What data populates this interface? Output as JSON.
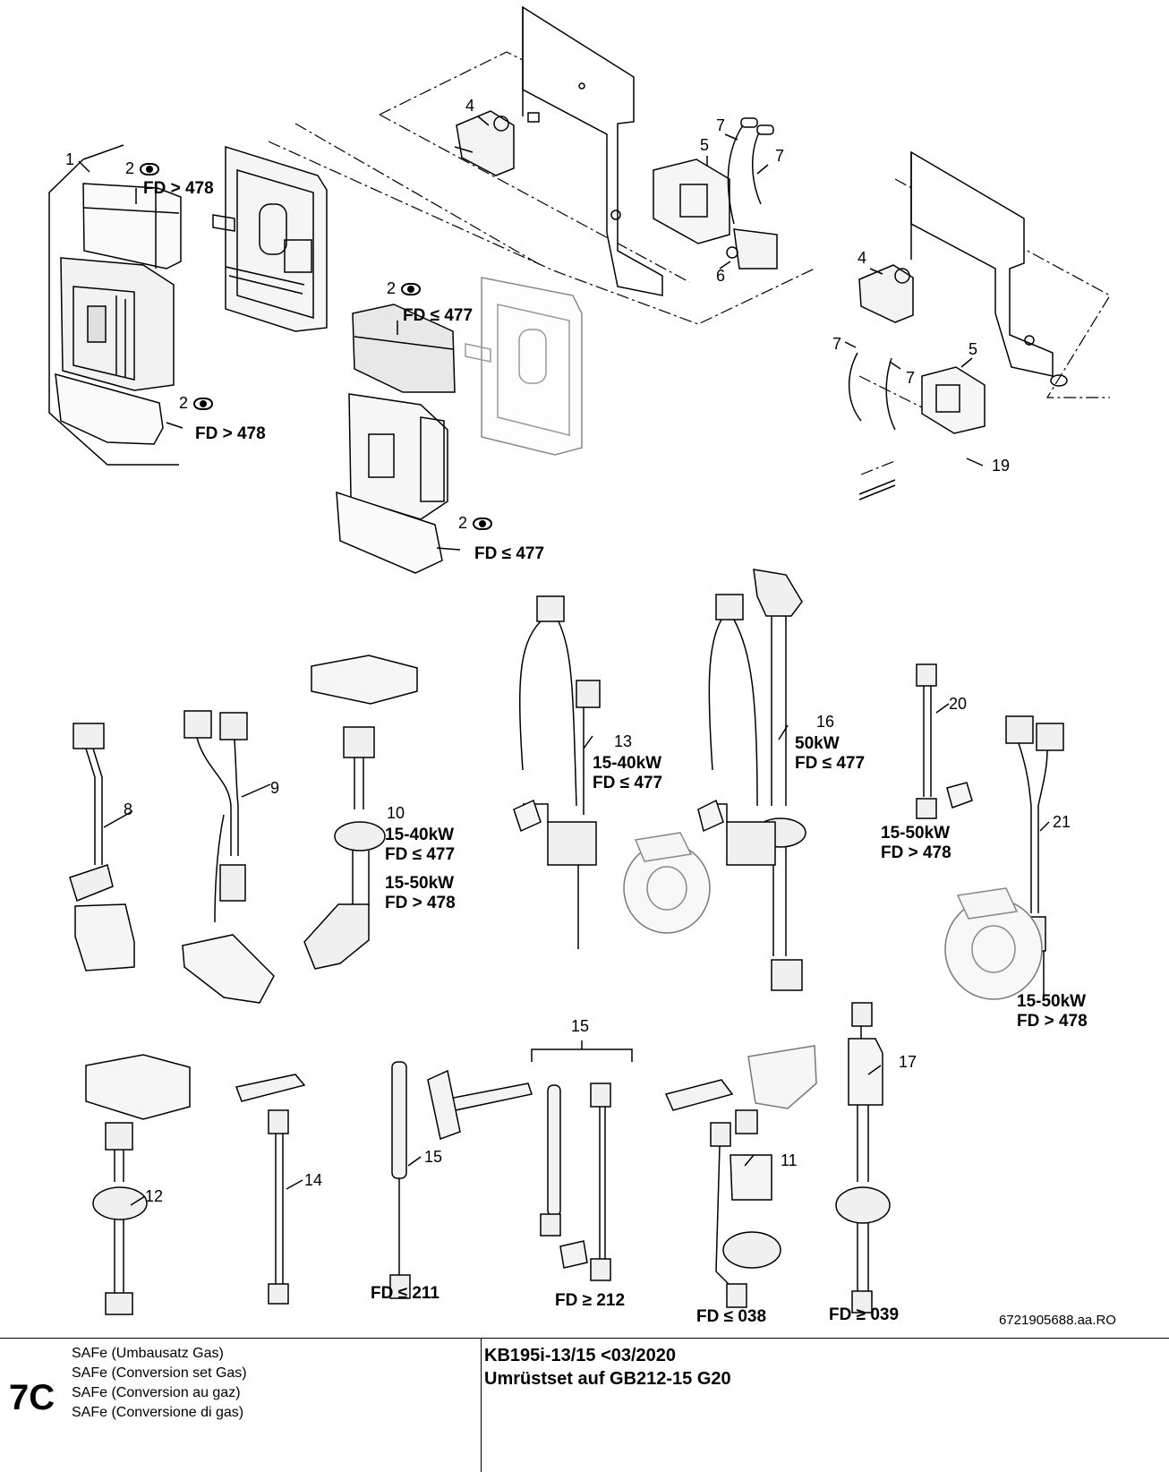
{
  "callouts": {
    "c1": "1",
    "c2a": "2",
    "c2b": "2",
    "c2c": "2",
    "c2d": "2",
    "c4a": "4",
    "c4b": "4",
    "c5a": "5",
    "c5b": "5",
    "c6": "6",
    "c7a": "7",
    "c7b": "7",
    "c7c": "7",
    "c7d": "7",
    "c8": "8",
    "c9": "9",
    "c10": "10",
    "c11": "11",
    "c12": "12",
    "c13": "13",
    "c14": "14",
    "c15a": "15",
    "c15b": "15",
    "c16": "16",
    "c17": "17",
    "c19": "19",
    "c20": "20",
    "c21": "21"
  },
  "fd_labels": {
    "fd_gt478_top": "FD > 478",
    "fd_gt478_mid": "FD > 478",
    "fd_le477_top": "FD ≤ 477",
    "fd_le477_bot": "FD ≤ 477",
    "p10_a": "15-40kW",
    "p10_b": "FD ≤ 477",
    "p10_c": "15-50kW",
    "p10_d": "FD > 478",
    "p13_a": "15-40kW",
    "p13_b": "FD ≤ 477",
    "p16_a": "50kW",
    "p16_b": "FD ≤ 477",
    "p20_a": "15-50kW",
    "p20_b": "FD > 478",
    "p21_a": "15-50kW",
    "p21_b": "FD > 478",
    "fd_le211": "FD ≤ 211",
    "fd_ge212": "FD ≥ 212",
    "fd_le038": "FD ≤ 038",
    "fd_ge039": "FD ≥ 039"
  },
  "drawing_code": "6721905688.aa.RO",
  "footer": {
    "page_id": "7C",
    "descriptions": [
      "SAFe (Umbausatz Gas)",
      "SAFe (Conversion set Gas)",
      "SAFe (Conversion au gaz)",
      "SAFe (Conversione di gas)"
    ],
    "model_lines": [
      "KB195i-13/15 <03/2020",
      "Umrüstset auf GB212-15 G20"
    ]
  }
}
